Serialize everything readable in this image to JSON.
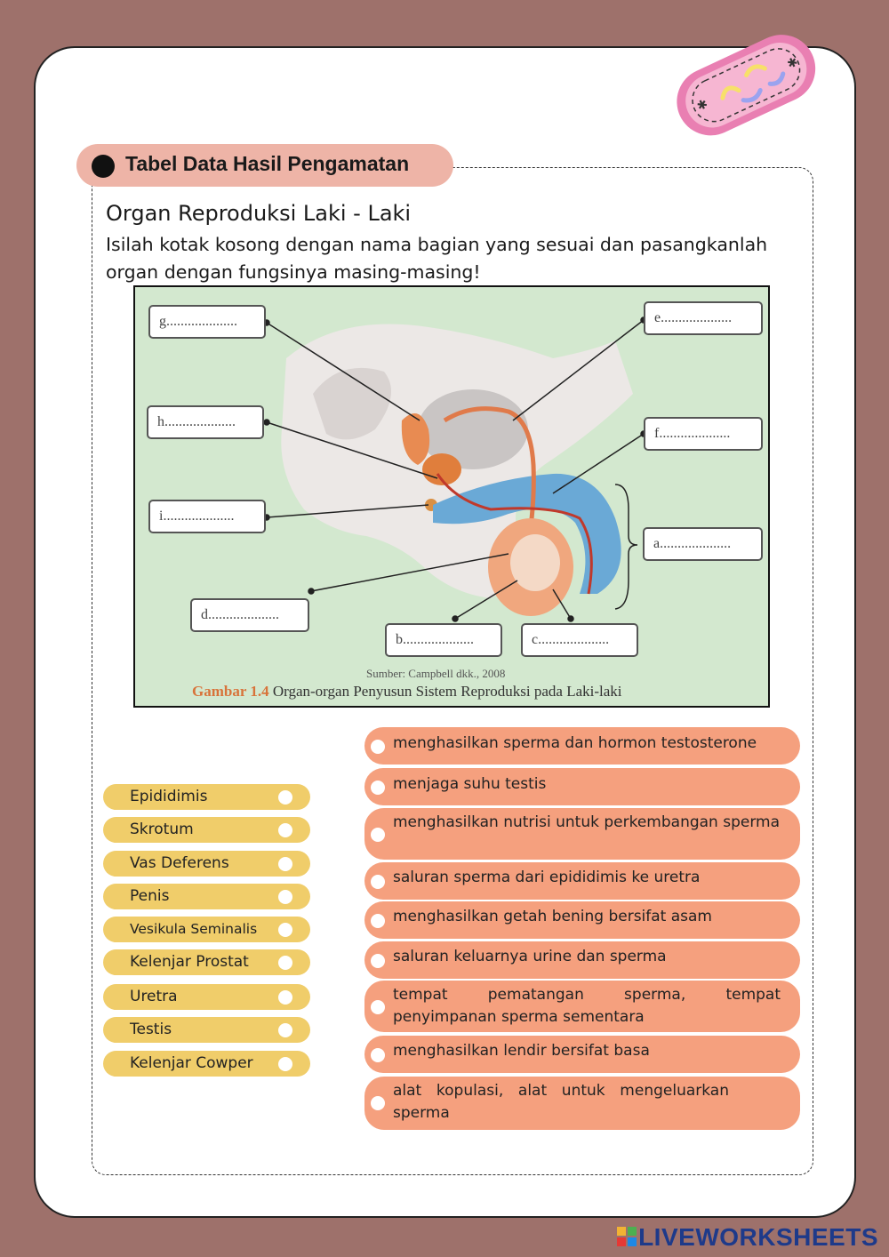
{
  "header": {
    "title": "Tabel Data Hasil Pengamatan"
  },
  "subtitle": "Organ Reproduksi Laki - Laki",
  "instruction": "Isilah kotak kosong dengan nama bagian yang sesuai dan pasangkanlah organ dengan fungsinya masing-masing!",
  "diagram": {
    "labels": {
      "g": "g....................",
      "h": "h....................",
      "i": "i....................",
      "d": "d....................",
      "b": "b....................",
      "c": "c....................",
      "e": "e....................",
      "f": "f....................",
      "a": "a...................."
    },
    "source": "Sumber: Campbell dkk., 2008",
    "caption_fig": "Gambar 1.4",
    "caption_text": "Organ-organ Penyusun Sistem Reproduksi pada Laki-laki"
  },
  "organs": [
    "Epididimis",
    "Skrotum",
    "Vas Deferens",
    "Penis",
    "Vesikula Seminalis",
    "Kelenjar Prostat",
    "Uretra",
    "Testis",
    "Kelenjar Cowper"
  ],
  "functions": [
    "menghasilkan sperma dan hormon testosterone",
    "menjaga suhu testis",
    "menghasilkan nutrisi untuk perkembangan sperma",
    "saluran sperma dari epididimis ke uretra",
    "menghasilkan getah bening bersifat asam",
    "saluran keluarnya urine dan sperma",
    "tempat pematangan sperma, tempat penyimpanan sperma sementara",
    "menghasilkan lendir bersifat basa",
    "alat kopulasi, alat untuk mengeluarkan sperma"
  ],
  "brand": "LIVEWORKSHEETS",
  "colors": {
    "background": "#9e716b",
    "header_pill": "#eeb4a7",
    "organ_pill": "#f0cd6a",
    "function_pill": "#f5a07e",
    "brand": "#1e3a8a"
  }
}
